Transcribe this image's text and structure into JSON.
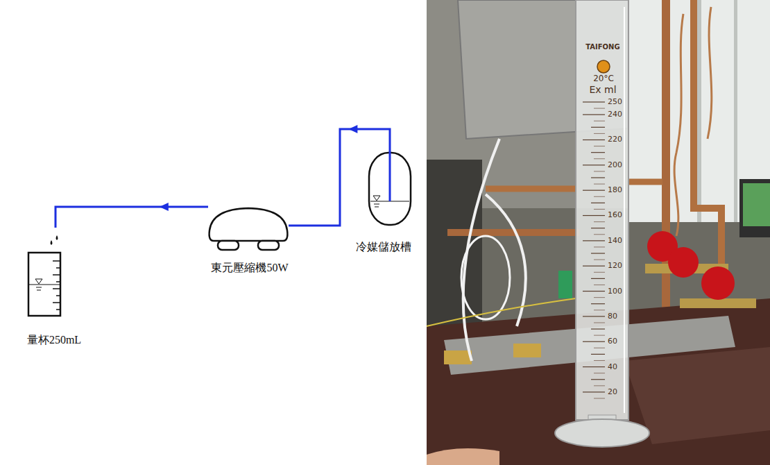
{
  "diagram": {
    "nodes": [
      {
        "text": [
          "量杯250mL"
        ]
      },
      {
        "text": [
          "東元壓縮機50W"
        ]
      },
      {
        "text": [
          "冷媒儲放槽"
        ]
      }
    ],
    "edges": [
      {
        "from": 2,
        "to": 1,
        "arrow": "to"
      },
      {
        "from": 1,
        "to": 0,
        "arrow": "to"
      }
    ],
    "labels": [
      "TAIFONG",
      "20°C",
      "Ex ml",
      "250",
      "240",
      "220",
      "200",
      "180",
      "160",
      "140",
      "120",
      "100",
      "80",
      "60",
      "40",
      "20"
    ]
  }
}
